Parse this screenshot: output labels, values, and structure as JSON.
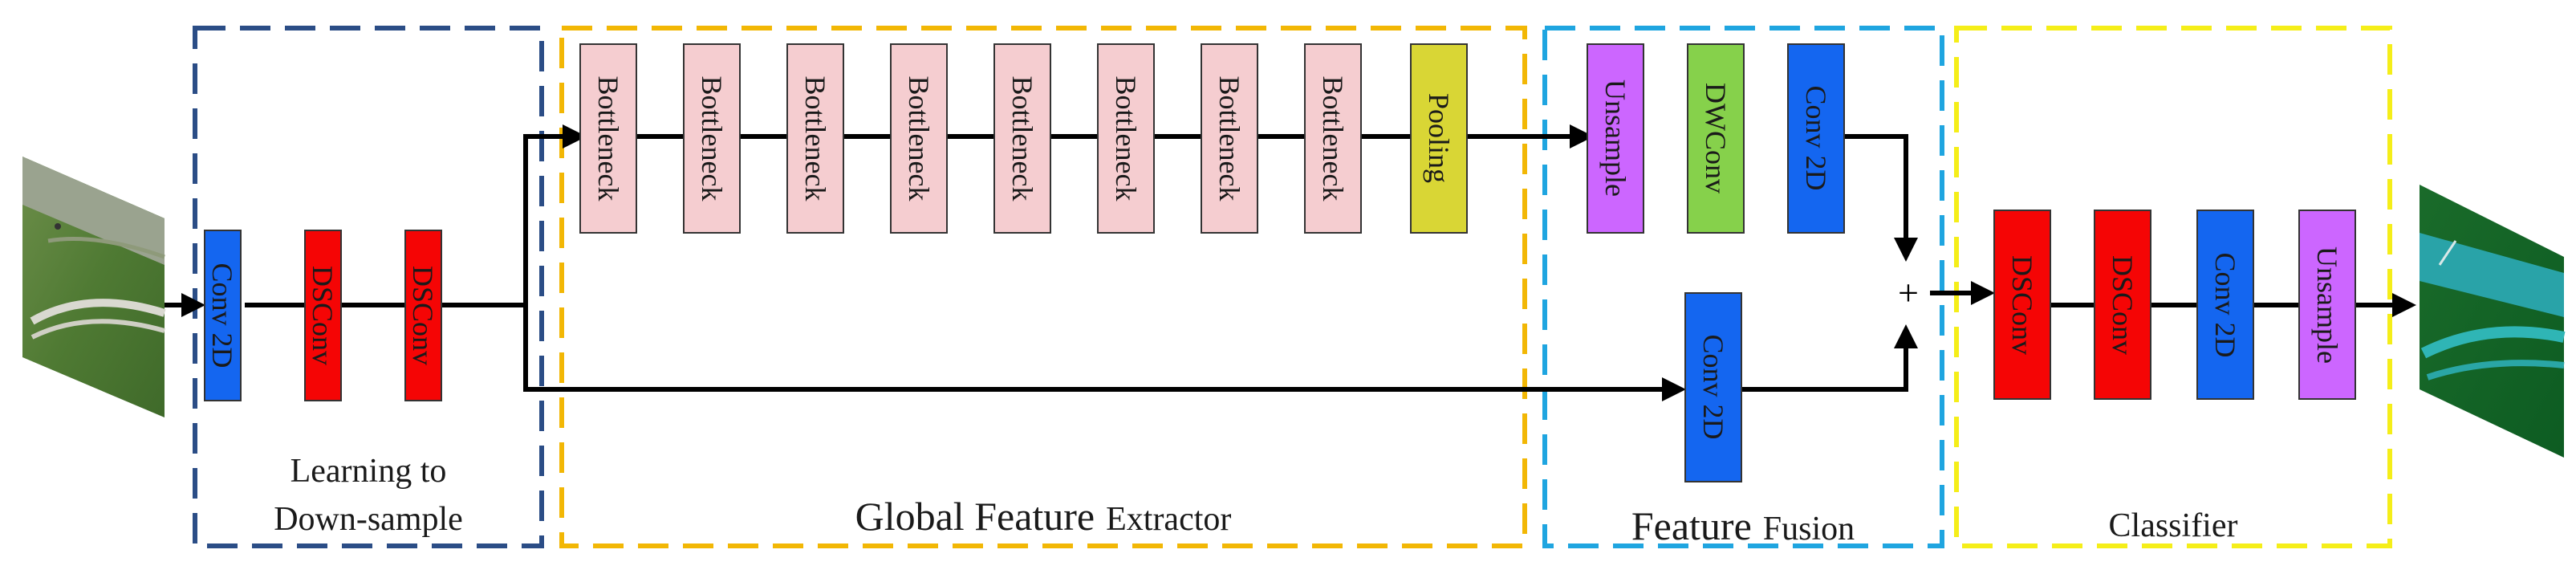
{
  "colors": {
    "learning_border": "#2b4d86",
    "global_border": "#f2b705",
    "fusion_border": "#1fa5e0",
    "classifier_border": "#f5ee19",
    "conv2d": "#1466f0",
    "dsconv": "#f50505",
    "bottleneck": "#f5cdd0",
    "pooling": "#d9d635",
    "upsample": "#cc66ff",
    "dwconv": "#86d14b",
    "arrow": "#000000"
  },
  "sections": {
    "learning": {
      "line1": "Learning to",
      "line2": "Down-sample"
    },
    "global": {
      "main": "Global Feature",
      "sub": "Extractor"
    },
    "fusion": {
      "main": "Feature",
      "sub": "Fusion"
    },
    "classifier": {
      "label": "Classifier"
    }
  },
  "blocks": {
    "ld_conv": "Conv 2D",
    "ld_ds1": "DSConv",
    "ld_ds2": "DSConv",
    "bottlenecks": [
      "Bottleneck",
      "Bottleneck",
      "Bottleneck",
      "Bottleneck",
      "Bottleneck",
      "Bottleneck",
      "Bottleneck",
      "Bottleneck"
    ],
    "pooling": "Pooling",
    "ff_upsample": "Unsample",
    "ff_dwconv": "DWConv",
    "ff_conv_top": "Conv 2D",
    "ff_conv_bottom": "Conv 2D",
    "plus": "+",
    "cl_ds1": "DSConv",
    "cl_ds2": "DSConv",
    "cl_conv": "Conv 2D",
    "cl_upsample": "Unsample"
  },
  "images": {
    "input": "input-scene-image",
    "output": "output-segmentation-image"
  }
}
